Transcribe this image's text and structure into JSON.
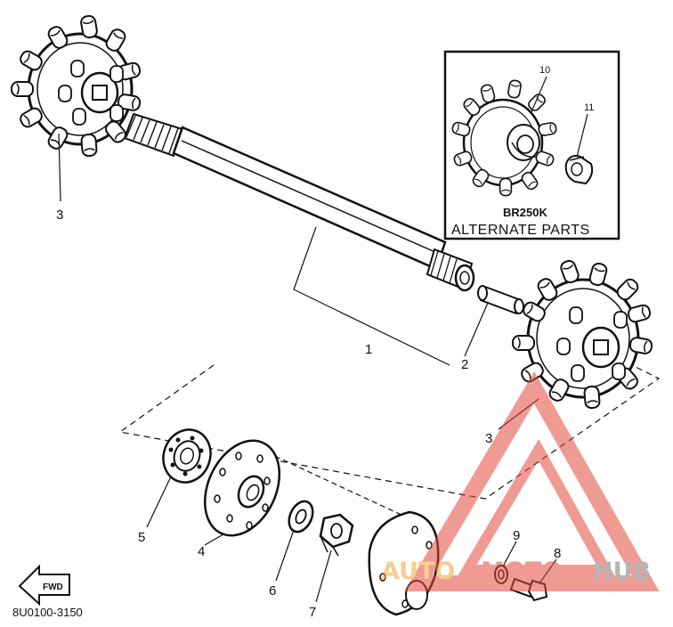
{
  "callouts": {
    "c1": "1",
    "c2": "2",
    "c3_left": "3",
    "c3_right": "3",
    "c4": "4",
    "c5": "5",
    "c6": "6",
    "c7": "7",
    "c8": "8",
    "c9": "9",
    "c10": "10",
    "c11": "11"
  },
  "inset": {
    "model": "BR250K",
    "caption": "ALTERNATE PARTS"
  },
  "fwd_label": "FWD",
  "diagram_code": "8U0100-3150",
  "watermark": {
    "part1": "AUTO",
    "part2": "MOTO",
    "part3": "HUB",
    "color_red": "#e24a3b",
    "color_orange": "#f2a53a",
    "color_gray": "#7a7a7a"
  }
}
